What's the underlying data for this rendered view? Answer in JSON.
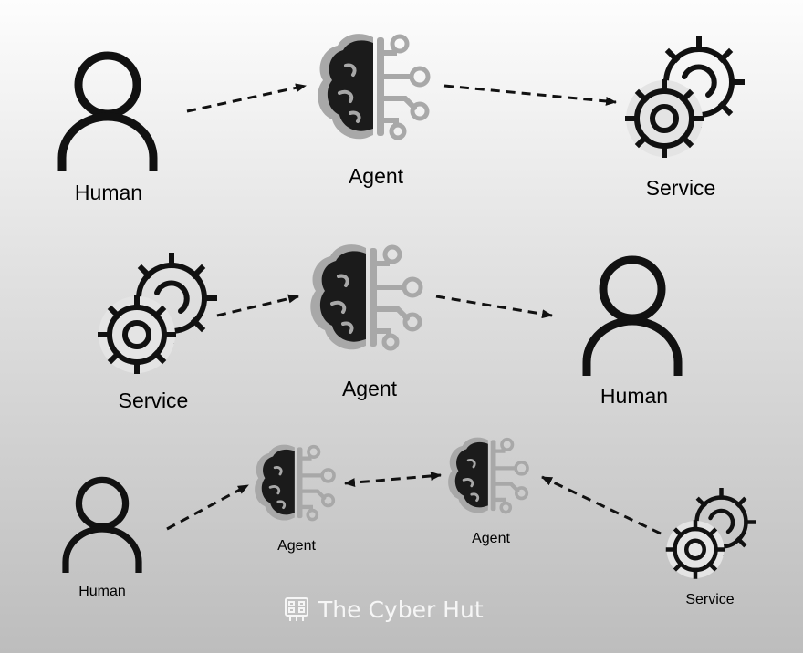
{
  "labels": {
    "r1_human": "Human",
    "r1_agent": "Agent",
    "r1_service": "Service",
    "r2_service": "Service",
    "r2_agent": "Agent",
    "r2_human": "Human",
    "r3_human": "Human",
    "r3_agent_a": "Agent",
    "r3_agent_b": "Agent",
    "r3_service": "Service"
  },
  "watermark": {
    "text": "The Cyber Hut"
  },
  "colors": {
    "icon_dark": "#111111",
    "icon_gray": "#a8a8a8",
    "arrow": "#111111",
    "watermark": "#f6f6f6"
  },
  "icons": {
    "person": "person-icon",
    "agent": "brain-circuit-icon",
    "service": "gears-icon"
  }
}
